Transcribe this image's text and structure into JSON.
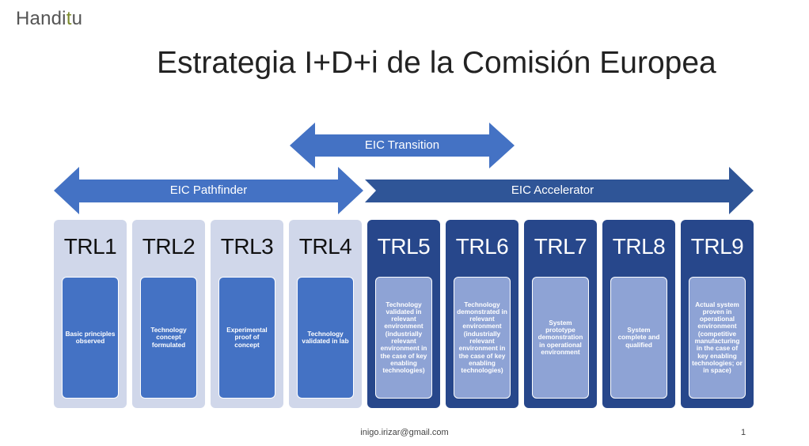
{
  "logo": {
    "prefix": "Handi",
    "accent": "t",
    "suffix": "u"
  },
  "title": "Estrategia I+D+i de la Comisión Europea",
  "arrows": {
    "transition": "EIC Transition",
    "pathfinder": "EIC Pathfinder",
    "accelerator": "EIC Accelerator"
  },
  "colors": {
    "pathfinder_arrow": "#4472c4",
    "accelerator_arrow": "#2f5597",
    "light_card": "#d0d7ea",
    "dark_card": "#27478b"
  },
  "cards": [
    {
      "label": "TRL1",
      "desc": "Basic principles observed"
    },
    {
      "label": "TRL2",
      "desc": "Technology concept formulated"
    },
    {
      "label": "TRL3",
      "desc": "Experimental proof of concept"
    },
    {
      "label": "TRL4",
      "desc": "Technology validated in lab"
    },
    {
      "label": "TRL5",
      "desc": "Technology validated in relevant environment (industrially relevant environment in the case of key enabling technologies)"
    },
    {
      "label": "TRL6",
      "desc": "Technology demonstrated in relevant environment (industrially relevant environment in the case of key enabling technologies)"
    },
    {
      "label": "TRL7",
      "desc": "System prototype demonstration in operational environment"
    },
    {
      "label": "TRL8",
      "desc": "System complete and qualified"
    },
    {
      "label": "TRL9",
      "desc": "Actual system proven in operational environment (competitive manufacturing in the case of key enabling technologies; or in space)"
    }
  ],
  "footer": {
    "email": "inigo.irizar@gmail.com",
    "page": "1"
  }
}
